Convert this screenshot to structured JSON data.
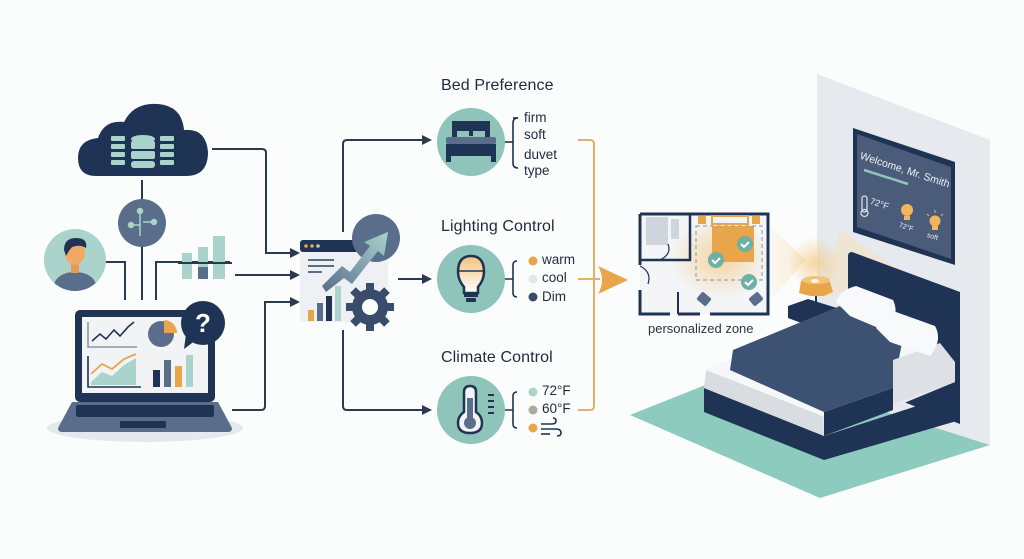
{
  "colors": {
    "navy": "#1f3354",
    "slate": "#5a6e8c",
    "teal": "#8fc4bb",
    "teal_light": "#a9d3cb",
    "orange": "#e9a54a",
    "wall": "#e6e9ee",
    "floor": "#8ccbbd",
    "line": "#2c3a4f"
  },
  "sources": [
    {
      "name": "cloud-database",
      "icon": "cloud-database-icon"
    },
    {
      "name": "data-network",
      "icon": "network-node-icon"
    },
    {
      "name": "guest-profile",
      "icon": "user-avatar-icon"
    },
    {
      "name": "usage-statistics",
      "icon": "bar-chart-icon"
    },
    {
      "name": "analytics-laptop",
      "icon": "laptop-dashboard-icon",
      "badge": "?"
    }
  ],
  "processor": {
    "icon": "analytics-engine-icon"
  },
  "preferences": [
    {
      "id": "bed",
      "title": "Bed Preference",
      "icon": "bed-icon",
      "options": [
        "firm",
        "soft",
        "duvet",
        "type"
      ]
    },
    {
      "id": "lighting",
      "title": "Lighting Control",
      "icon": "light-bulb-icon",
      "options": [
        "warm",
        "cool",
        "Dim"
      ]
    },
    {
      "id": "climate",
      "title": "Climate Control",
      "icon": "thermometer-icon",
      "options": [
        "72°F",
        "60°F",
        ""
      ]
    }
  ],
  "floorplan": {
    "caption": "personalized zone"
  },
  "room_display": {
    "greeting": "Welcome, Mr. Smith",
    "temperature": "72°F",
    "light_value": "72°F",
    "light_mode": "soft"
  }
}
